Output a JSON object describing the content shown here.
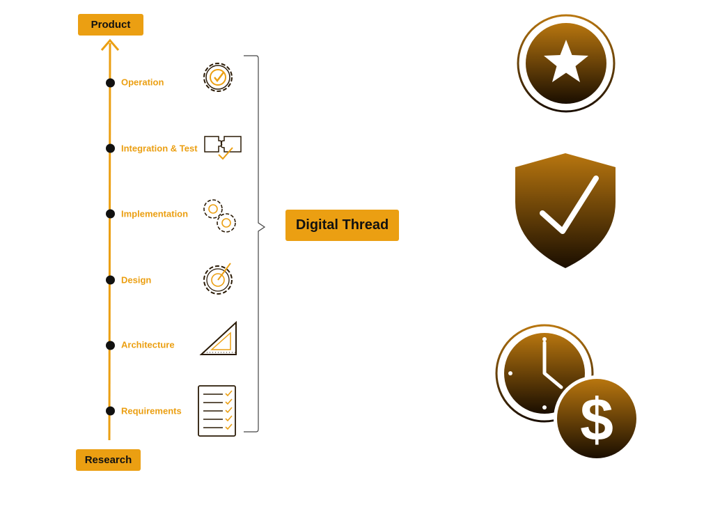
{
  "top_label": "Product",
  "bottom_label": "Research",
  "center_label": "Digital Thread",
  "stages": [
    {
      "label": "Operation",
      "icon": "gear-check-icon"
    },
    {
      "label": "Integration & Test",
      "icon": "puzzle-check-icon"
    },
    {
      "label": "Implementation",
      "icon": "gears-icon"
    },
    {
      "label": "Design",
      "icon": "gear-pencil-icon"
    },
    {
      "label": "Architecture",
      "icon": "set-square-icon"
    },
    {
      "label": "Requirements",
      "icon": "checklist-icon"
    }
  ],
  "badges": [
    {
      "icon": "star-badge-icon"
    },
    {
      "icon": "shield-check-icon"
    },
    {
      "icon": "clock-dollar-icon"
    }
  ],
  "colors": {
    "accent": "#EB9F12",
    "dark": "#111111",
    "badge_top": "#B8760F",
    "badge_bottom": "#1A0E00"
  }
}
